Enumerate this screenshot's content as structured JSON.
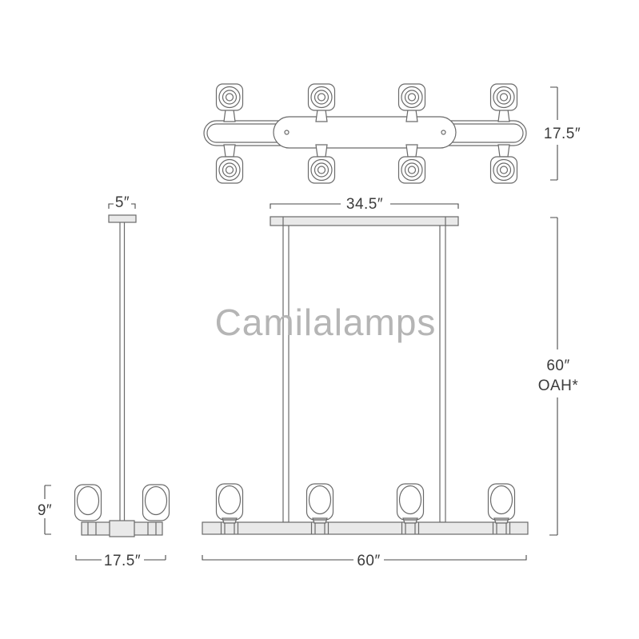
{
  "watermark": "Camilalamps",
  "diagram_title": "linear-chandelier-dimension-diagram",
  "labels": {
    "top_view_height": "17.5″",
    "front_canopy_width": "34.5″",
    "front_oah_value": "60″",
    "front_oah_suffix": "OAH*",
    "front_fixture_width": "60″",
    "side_canopy_width": "5″",
    "side_shade_height": "9″",
    "side_fixture_width": "17.5″"
  },
  "colors": {
    "background": "#ffffff",
    "line": "#6a6a6a",
    "dimension_line": "#4a4a4a",
    "dimension_text": "#3b3b3b",
    "fixture_fill": "#e9e9e9",
    "glass_fill": "#f2f2f2",
    "watermark": "#b5b5b5"
  }
}
